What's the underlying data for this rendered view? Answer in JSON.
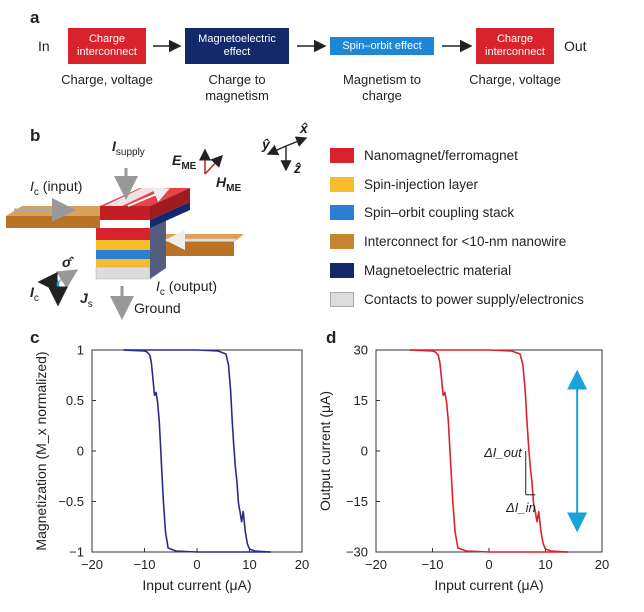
{
  "panel_a": {
    "letter": "a",
    "in_label": "In",
    "out_label": "Out",
    "blocks": [
      {
        "label": "Charge interconnect",
        "caption": "Charge, voltage",
        "color": "#d9232c"
      },
      {
        "label": "Magnetoelectric effect",
        "caption": "Charge to magnetism",
        "color": "#13296b"
      },
      {
        "label": "Spin–orbit effect",
        "caption": "Magnetism to charge",
        "color": "#1d86d6"
      },
      {
        "label": "Charge interconnect",
        "caption": "Charge, voltage",
        "color": "#d9232c"
      }
    ]
  },
  "panel_b": {
    "letter": "b",
    "labels": {
      "supply_main": "I",
      "supply_sub": "supply",
      "ic_input": "I",
      "ic_input_sub": "c",
      "ic_input_rest": " (input)",
      "ic_output": "I",
      "ic_output_sub": "c",
      "ic_output_rest": " (output)",
      "ground": "Ground",
      "e_me": "E",
      "e_me_sub": "ME",
      "h_me": "H",
      "h_me_sub": "ME",
      "sigma": "σ̂",
      "ic_small": "I",
      "ic_small_sub": "c",
      "js": "J",
      "js_sub": "s",
      "axis_x": "x̂",
      "axis_y": "ŷ",
      "axis_z": "ẑ"
    },
    "legend": [
      {
        "label": "Nanomagnet/ferromagnet",
        "color": "#d9232c"
      },
      {
        "label": "Spin-injection layer",
        "color": "#f7bc2c"
      },
      {
        "label": "Spin–orbit coupling stack",
        "color": "#2a7fd0"
      },
      {
        "label": "Interconnect for <10-nm nanowire",
        "color": "#c6862f"
      },
      {
        "label": "Magnetoelectric material",
        "color": "#13296b"
      },
      {
        "label": "Contacts to power supply/electronics",
        "color": "#dcdcdc"
      }
    ]
  },
  "chart_data": [
    {
      "panel": "c",
      "type": "line",
      "xlabel": "Input current (μA)",
      "ylabel": "Magnetization (M_x normalized)",
      "xlim": [
        -20,
        20
      ],
      "ylim": [
        -1,
        1
      ],
      "xticks": [
        -20,
        -10,
        0,
        10,
        20
      ],
      "yticks": [
        1,
        0.5,
        0,
        -0.5,
        -1
      ],
      "color": "#2a2a8c",
      "series": [
        {
          "branch": "sweep-down",
          "x": [
            -14,
            -10,
            -9.5,
            -9,
            -8.7,
            -8.4,
            -8.1,
            -7.8,
            -7.5,
            -7.2,
            -7,
            -6.7,
            -6.4,
            -6,
            -5.5,
            -4,
            0,
            5,
            10,
            14
          ],
          "y": [
            1,
            0.99,
            0.98,
            0.95,
            0.88,
            0.72,
            0.55,
            0.58,
            0.48,
            0.3,
            0.1,
            -0.2,
            -0.5,
            -0.8,
            -0.96,
            -0.99,
            -1,
            -1,
            -1,
            -1
          ]
        },
        {
          "branch": "sweep-up",
          "x": [
            -14,
            -10,
            -5,
            0,
            4,
            5.5,
            6,
            6.4,
            6.7,
            7,
            7.3,
            7.6,
            7.9,
            8.2,
            8.5,
            8.8,
            9.2,
            9.6,
            10,
            11,
            14
          ],
          "y": [
            1,
            1,
            1,
            1,
            0.99,
            0.96,
            0.85,
            0.6,
            0.3,
            0.05,
            -0.15,
            -0.3,
            -0.52,
            -0.6,
            -0.7,
            -0.6,
            -0.8,
            -0.92,
            -0.97,
            -0.99,
            -1
          ]
        }
      ]
    },
    {
      "panel": "d",
      "type": "line",
      "xlabel": "Input current (μA)",
      "ylabel": "Output current (μA)",
      "xlim": [
        -20,
        20
      ],
      "ylim": [
        -30,
        30
      ],
      "xticks": [
        -20,
        -10,
        0,
        10,
        20
      ],
      "yticks": [
        30,
        15,
        0,
        -15,
        -30
      ],
      "color": "#d9232c",
      "annotations": {
        "delta_out": "ΔI_out",
        "delta_in": "ΔI_in"
      },
      "series": [
        {
          "branch": "sweep-down",
          "x": [
            -14,
            -10,
            -9.5,
            -9,
            -8.7,
            -8.4,
            -8.1,
            -7.8,
            -7.5,
            -7.2,
            -7,
            -6.7,
            -6.4,
            -6,
            -5.5,
            -4,
            0,
            5,
            10,
            14
          ],
          "y": [
            30,
            29.7,
            29.4,
            28.5,
            26.4,
            21.6,
            16.5,
            17.4,
            14.4,
            9,
            3,
            -6,
            -15,
            -24,
            -28.8,
            -29.7,
            -30,
            -30,
            -30,
            -30
          ]
        },
        {
          "branch": "sweep-up",
          "x": [
            -14,
            -10,
            -5,
            0,
            4,
            5.5,
            6,
            6.4,
            6.7,
            7,
            7.3,
            7.6,
            7.9,
            8.2,
            8.5,
            8.8,
            9.2,
            9.6,
            10,
            11,
            14
          ],
          "y": [
            30,
            30,
            30,
            30,
            29.7,
            28.8,
            25.5,
            18,
            9,
            1.5,
            -4.5,
            -9,
            -15.6,
            -18,
            -21,
            -18,
            -24,
            -27.6,
            -29.1,
            -29.7,
            -30
          ]
        }
      ]
    }
  ]
}
